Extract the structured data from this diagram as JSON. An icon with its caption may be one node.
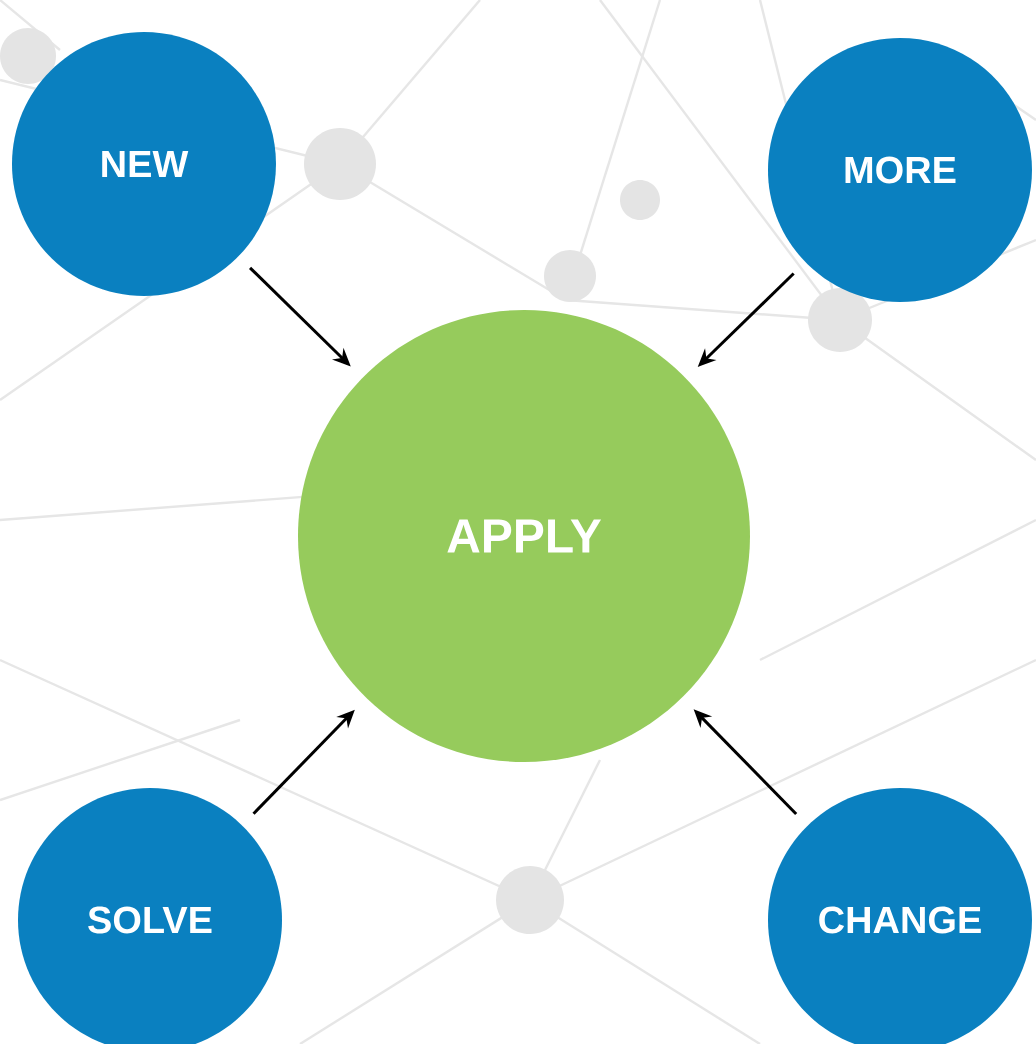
{
  "diagram": {
    "nodes": [
      {
        "text": [
          "NEW"
        ]
      },
      {
        "text": [
          "MORE"
        ]
      },
      {
        "text": [
          "APPLY"
        ]
      },
      {
        "text": [
          "SOLVE"
        ]
      },
      {
        "text": [
          "CHANGE"
        ]
      }
    ],
    "edges": [
      {
        "from": 0,
        "to": 2,
        "arrow": "to"
      },
      {
        "from": 1,
        "to": 2,
        "arrow": "to"
      },
      {
        "from": 3,
        "to": 2,
        "arrow": "to"
      },
      {
        "from": 4,
        "to": 2,
        "arrow": "to"
      }
    ]
  }
}
